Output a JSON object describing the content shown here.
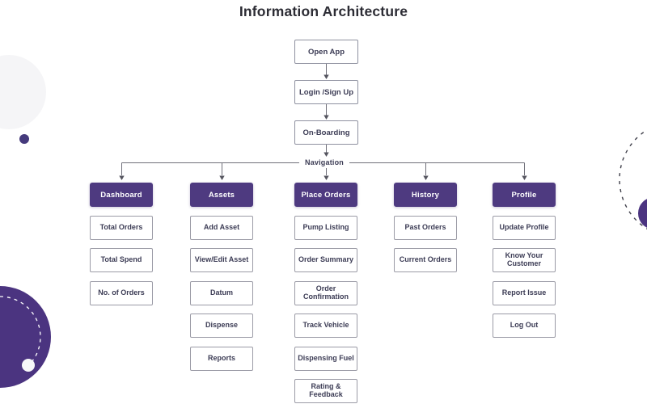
{
  "title": "Information Architecture",
  "navigation_label": "Navigation",
  "diagram": {
    "flow": [
      {
        "label": "Open App"
      },
      {
        "label": "Login /Sign Up"
      },
      {
        "label": "On-Boarding"
      }
    ],
    "sections": [
      {
        "title": "Dashboard",
        "items": [
          "Total Orders",
          "Total Spend",
          "No. of Orders"
        ]
      },
      {
        "title": "Assets",
        "items": [
          "Add Asset",
          "View/Edit Asset",
          "Datum",
          "Dispense",
          "Reports"
        ]
      },
      {
        "title": "Place Orders",
        "items": [
          "Pump Listing",
          "Order Summary",
          "Order Confirmation",
          "Track Vehicle",
          "Dispensing Fuel",
          "Rating & Feedback"
        ]
      },
      {
        "title": "History",
        "items": [
          "Past Orders",
          "Current Orders"
        ]
      },
      {
        "title": "Profile",
        "items": [
          "Update Profile",
          "Know Your Customer",
          "Report Issue",
          "Log Out"
        ]
      }
    ]
  },
  "colors": {
    "accent_purple": "#4e3a80",
    "box_border": "#9b9ba6",
    "connector": "#70707a",
    "text_dark": "#3c3c55",
    "title_text": "#2c2c34",
    "decoration_light": "#f5f5f7"
  }
}
